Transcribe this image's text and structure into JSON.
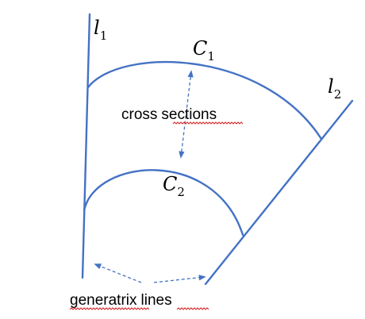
{
  "labels": {
    "l1": {
      "base": "l",
      "sub": "1"
    },
    "l2": {
      "base": "l",
      "sub": "2"
    },
    "c1": {
      "base": "C",
      "sub": "1"
    },
    "c2": {
      "base": "C",
      "sub": "2"
    }
  },
  "captions": {
    "cross_sections": {
      "word1": "cross",
      "word2": "sections"
    },
    "generatrix_lines": {
      "word1": "generatrix",
      "word2": "lines"
    }
  },
  "colors": {
    "stroke": "#4472c4",
    "text": "#000000",
    "spellcheck": "#d62020"
  }
}
